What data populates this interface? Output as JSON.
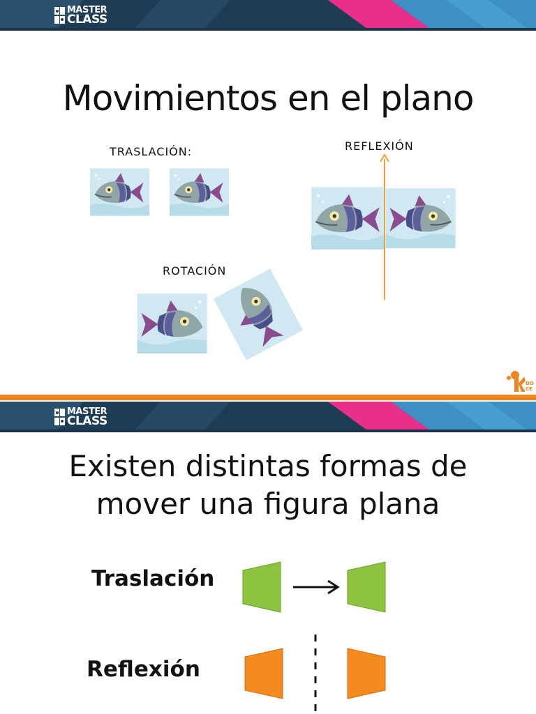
{
  "brand": {
    "line1": "MASTER",
    "line2": "CLASS",
    "accent": "#e8308a",
    "bar": "#1f3c55",
    "orange": "#f0841e"
  },
  "slide1": {
    "title": "Movimientos en el plano",
    "labels": {
      "translation": "TRASLACIÓN:",
      "reflection": "REFLEXIÓN",
      "rotation": "ROTACIÓN"
    },
    "corner_logo": "KIDOCE"
  },
  "slide2": {
    "title_line1": "Existen distintas formas de",
    "title_line2": "mover una figura plana",
    "rows": {
      "translation": "Traslación",
      "reflection": "Reflexión"
    }
  }
}
